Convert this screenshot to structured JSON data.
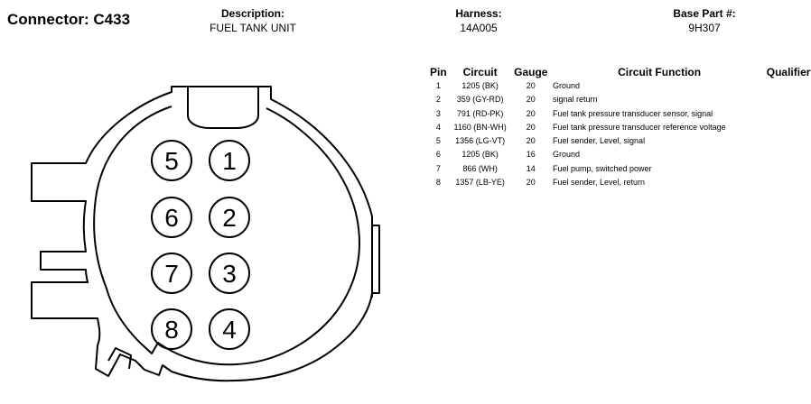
{
  "connector": {
    "label": "Connector:",
    "id": "C433"
  },
  "description": {
    "label": "Description:",
    "value": "FUEL TANK UNIT"
  },
  "harness": {
    "label": "Harness:",
    "value": "14A005"
  },
  "base_part": {
    "label": "Base Part #:",
    "value": "9H307"
  },
  "table": {
    "headers": {
      "pin": "Pin",
      "circuit": "Circuit",
      "gauge": "Gauge",
      "function": "Circuit Function",
      "qualifier": "Qualifier"
    },
    "rows": [
      {
        "pin": "1",
        "circuit": "1205 (BK)",
        "gauge": "20",
        "function": "Ground",
        "qualifier": ""
      },
      {
        "pin": "2",
        "circuit": "359 (GY-RD)",
        "gauge": "20",
        "function": "signal return",
        "qualifier": ""
      },
      {
        "pin": "3",
        "circuit": "791 (RD-PK)",
        "gauge": "20",
        "function": "Fuel tank pressure transducer sensor, signal",
        "qualifier": ""
      },
      {
        "pin": "4",
        "circuit": "1160 (BN-WH)",
        "gauge": "20",
        "function": "Fuel tank pressure transducer reference voltage",
        "qualifier": ""
      },
      {
        "pin": "5",
        "circuit": "1356 (LG-VT)",
        "gauge": "20",
        "function": "Fuel sender, Level, signal",
        "qualifier": ""
      },
      {
        "pin": "6",
        "circuit": "1205 (BK)",
        "gauge": "16",
        "function": "Ground",
        "qualifier": ""
      },
      {
        "pin": "7",
        "circuit": "866 (WH)",
        "gauge": "14",
        "function": "Fuel pump, switched power",
        "qualifier": ""
      },
      {
        "pin": "8",
        "circuit": "1357 (LB-YE)",
        "gauge": "20",
        "function": "Fuel sender, Level, return",
        "qualifier": ""
      }
    ]
  },
  "diagram_pins": [
    {
      "label": "5"
    },
    {
      "label": "1"
    },
    {
      "label": "6"
    },
    {
      "label": "2"
    },
    {
      "label": "7"
    },
    {
      "label": "3"
    },
    {
      "label": "8"
    },
    {
      "label": "4"
    }
  ]
}
